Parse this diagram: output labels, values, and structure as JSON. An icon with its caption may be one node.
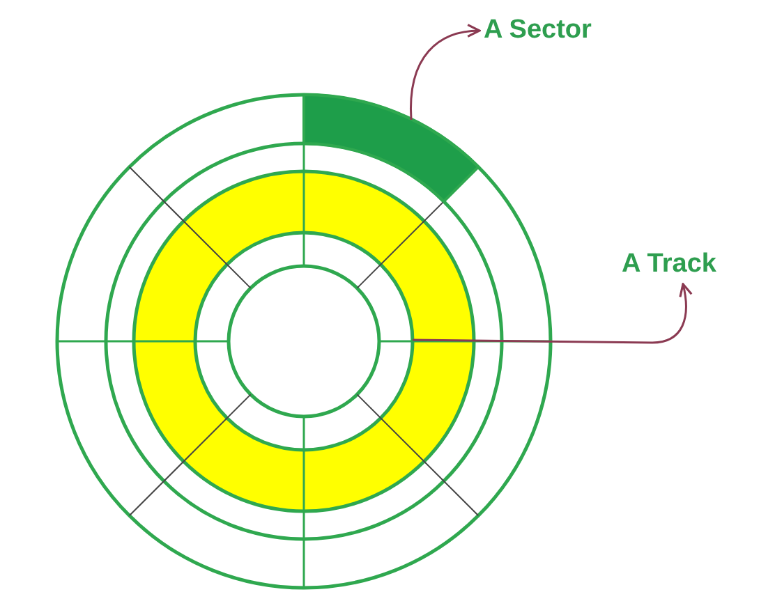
{
  "diagram": {
    "nodes": [
      {
        "text": [
          "A Sector"
        ]
      },
      {
        "text": [],
        "shape": "sector"
      },
      {
        "text": [
          "A Track"
        ]
      },
      {
        "text": [],
        "shape": "ring"
      }
    ],
    "edges": [
      {
        "from": 1,
        "to": 0,
        "arrow": "to"
      },
      {
        "from": 3,
        "to": 2,
        "arrow": "to"
      }
    ]
  }
}
